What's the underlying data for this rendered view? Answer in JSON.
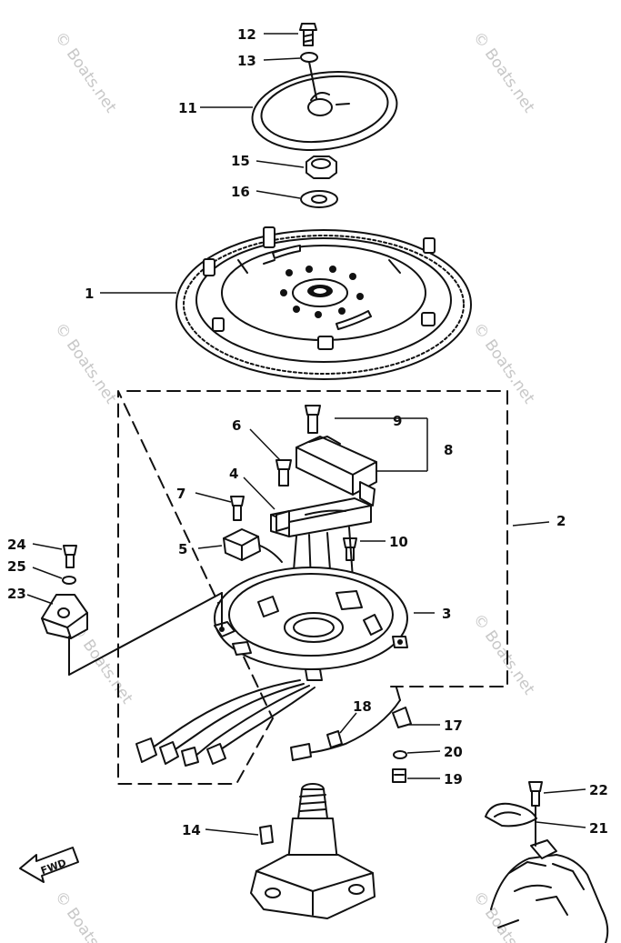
{
  "watermark": "© Boats.net",
  "direction_label": "FWD",
  "callouts": [
    {
      "id": "c1",
      "label": "1"
    },
    {
      "id": "c2",
      "label": "2"
    },
    {
      "id": "c3",
      "label": "3"
    },
    {
      "id": "c4",
      "label": "4"
    },
    {
      "id": "c5",
      "label": "5"
    },
    {
      "id": "c6",
      "label": "6"
    },
    {
      "id": "c7",
      "label": "7"
    },
    {
      "id": "c8",
      "label": "8"
    },
    {
      "id": "c9",
      "label": "9"
    },
    {
      "id": "c10",
      "label": "10"
    },
    {
      "id": "c11",
      "label": "11"
    },
    {
      "id": "c12",
      "label": "12"
    },
    {
      "id": "c13",
      "label": "13"
    },
    {
      "id": "c14",
      "label": "14"
    },
    {
      "id": "c15",
      "label": "15"
    },
    {
      "id": "c16",
      "label": "16"
    },
    {
      "id": "c17",
      "label": "17"
    },
    {
      "id": "c18",
      "label": "18"
    },
    {
      "id": "c19",
      "label": "19"
    },
    {
      "id": "c20",
      "label": "20"
    },
    {
      "id": "c21",
      "label": "21"
    },
    {
      "id": "c22",
      "label": "22"
    },
    {
      "id": "c23",
      "label": "23"
    },
    {
      "id": "c24",
      "label": "24"
    },
    {
      "id": "c25",
      "label": "25"
    }
  ]
}
